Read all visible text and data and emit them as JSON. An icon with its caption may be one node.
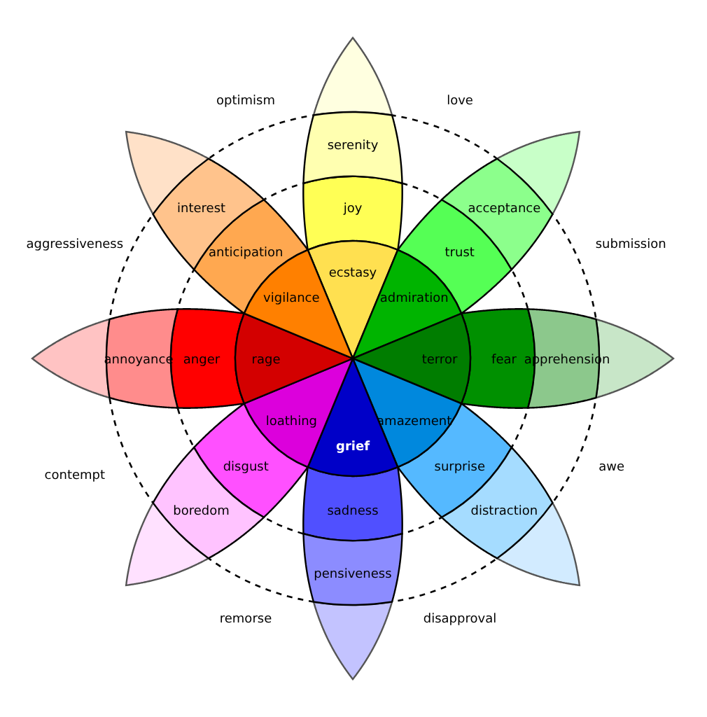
{
  "diagram": {
    "nodes": [
      {
        "text": [],
        "shape": "petal"
      },
      {
        "text": [
          "serenity"
        ]
      },
      {
        "text": [
          "joy"
        ]
      },
      {
        "text": [
          "ecstasy"
        ]
      },
      {
        "text": [],
        "shape": "petal"
      },
      {
        "text": [
          "acceptance"
        ]
      },
      {
        "text": [
          "trust"
        ]
      },
      {
        "text": [
          "admiration"
        ]
      },
      {
        "text": [],
        "shape": "petal"
      },
      {
        "text": [
          "apprehension"
        ]
      },
      {
        "text": [
          "fear"
        ]
      },
      {
        "text": [
          "terror"
        ]
      },
      {
        "text": [],
        "shape": "petal"
      },
      {
        "text": [
          "distraction"
        ]
      },
      {
        "text": [
          "surprise"
        ]
      },
      {
        "text": [
          "amazement"
        ]
      },
      {
        "text": [],
        "shape": "petal"
      },
      {
        "text": [
          "pensiveness"
        ]
      },
      {
        "text": [
          "sadness"
        ]
      },
      {
        "text": [
          "grief"
        ]
      },
      {
        "text": [],
        "shape": "petal"
      },
      {
        "text": [
          "boredom"
        ]
      },
      {
        "text": [
          "disgust"
        ]
      },
      {
        "text": [
          "loathing"
        ]
      },
      {
        "text": [],
        "shape": "petal"
      },
      {
        "text": [
          "annoyance"
        ]
      },
      {
        "text": [
          "anger"
        ]
      },
      {
        "text": [
          "rage"
        ]
      },
      {
        "text": [],
        "shape": "petal"
      },
      {
        "text": [
          "interest"
        ]
      },
      {
        "text": [
          "anticipation"
        ]
      },
      {
        "text": [
          "vigilance"
        ]
      }
    ],
    "labels": [
      "optimism",
      "love",
      "aggressiveness",
      "submission",
      "contempt",
      "awe",
      "remorse",
      "disapproval"
    ]
  }
}
